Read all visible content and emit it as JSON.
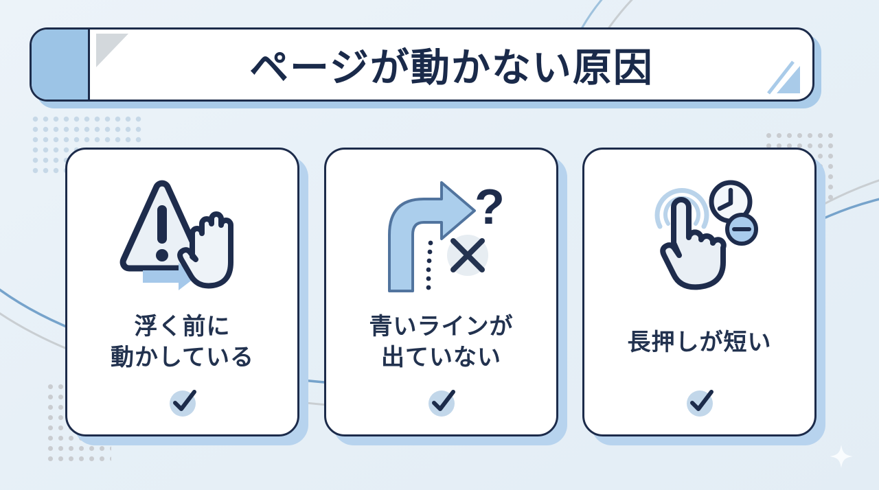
{
  "banner": {
    "title": "ページが動かない原因"
  },
  "cards": [
    {
      "caption_line1": "浮く前に",
      "caption_line2": "動かしている",
      "icon": "warning-stop-hand-icon"
    },
    {
      "caption_line1": "青いラインが",
      "caption_line2": "出ていない",
      "icon": "missing-blue-line-icon"
    },
    {
      "caption_line1": "長押しが短い",
      "caption_line2": "",
      "icon": "long-press-timer-icon"
    }
  ],
  "icons": {
    "card1": "warning-triangle with exclamation, right arrow, stop hand",
    "card2": "curved blue arrow with question mark, dotted line, cross mark",
    "card3": "tapping finger with ripple, clock with minus badge",
    "check": "checkmark in light blue circle"
  },
  "colors": {
    "background": "#e8f1f7",
    "navy_outline": "#1c2b4a",
    "accent_light_blue": "#9cc4e6",
    "card_shadow": "#b7d3ee",
    "banner_shadow": "#a9cbe9",
    "dot_blue": "#c6d8e7",
    "dot_gray": "#c9ccd0",
    "text": "#22324f"
  }
}
